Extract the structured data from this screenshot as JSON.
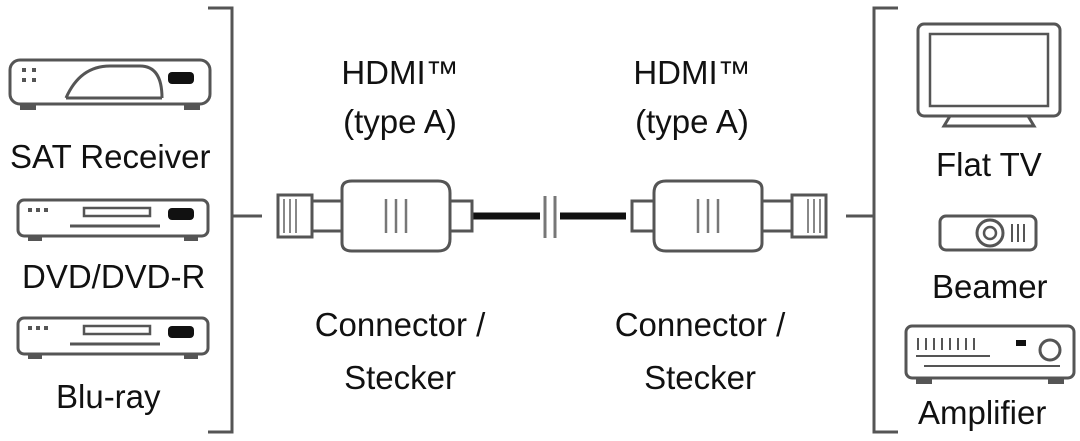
{
  "colors": {
    "ink": "#1a1a1a",
    "outline": "#555555",
    "paper": "#ffffff"
  },
  "sources": {
    "items": [
      {
        "label": "SAT Receiver",
        "icon": "sat-receiver-icon"
      },
      {
        "label": "DVD/DVD-R",
        "icon": "dvd-player-icon"
      },
      {
        "label": "Blu-ray",
        "icon": "bluray-player-icon"
      }
    ]
  },
  "cable": {
    "left_plug": {
      "type_line1": "HDMI™",
      "type_line2": "(type A)",
      "caption_line1": "Connector /",
      "caption_line2": "Stecker"
    },
    "right_plug": {
      "type_line1": "HDMI™",
      "type_line2": "(type A)",
      "caption_line1": "Connector /",
      "caption_line2": "Stecker"
    }
  },
  "sinks": {
    "items": [
      {
        "label": "Flat TV",
        "icon": "flat-tv-icon"
      },
      {
        "label": "Beamer",
        "icon": "projector-icon"
      },
      {
        "label": "Amplifier",
        "icon": "amplifier-icon"
      }
    ]
  }
}
